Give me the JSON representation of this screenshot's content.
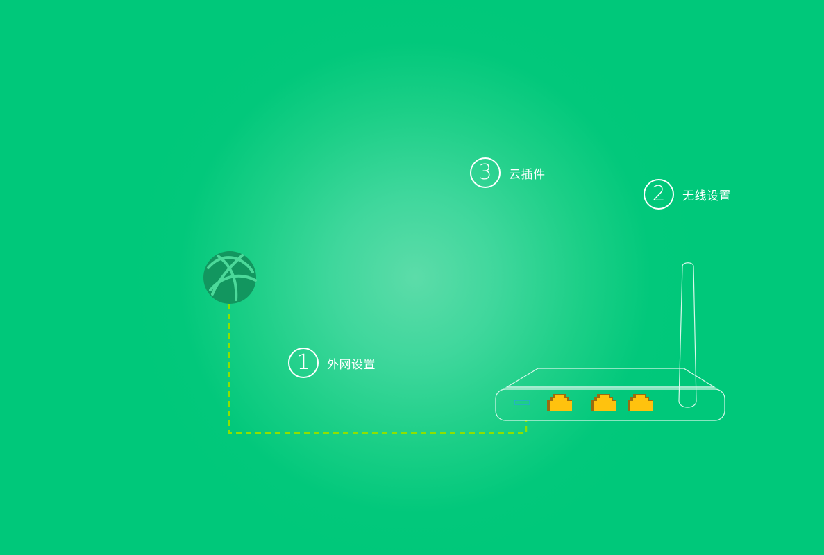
{
  "steps": [
    {
      "number": "1",
      "label": "外网设置"
    },
    {
      "number": "2",
      "label": "无线设置"
    },
    {
      "number": "3",
      "label": "云插件"
    }
  ],
  "icons": {
    "globe": "globe-icon",
    "router": "router-icon",
    "antenna": "antenna-icon",
    "lan_port": "ethernet-port-icon",
    "wan_port": "wan-port-icon",
    "cable": "network-cable"
  },
  "colors": {
    "background": "#00c87a",
    "background_center": "#5cdca9",
    "globe": "#12965f",
    "globe_lines": "#4cd99a",
    "cable": "#8ee000",
    "port_fill": "#ffc20e",
    "port_shadow": "#9b6b10",
    "outline": "#ffffff"
  }
}
